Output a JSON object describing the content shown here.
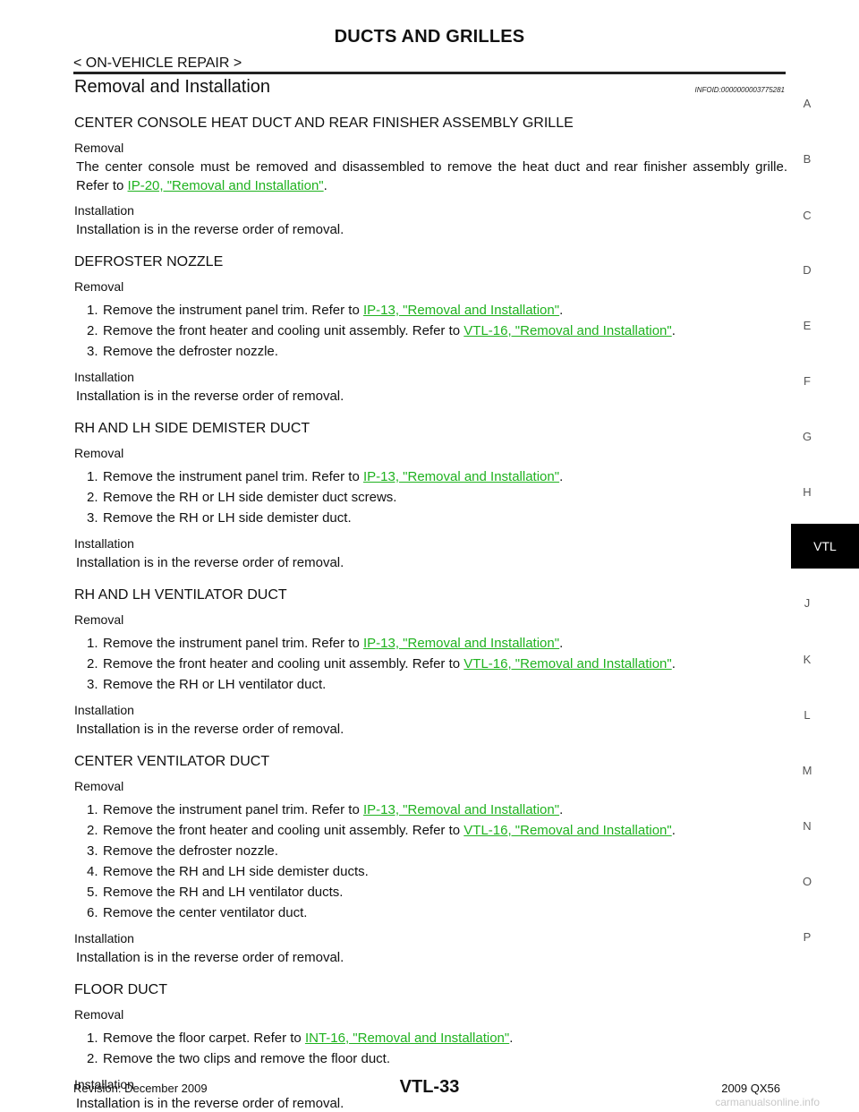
{
  "header": {
    "title": "DUCTS AND GRILLES",
    "breadcrumb": "< ON-VEHICLE REPAIR >"
  },
  "section": {
    "title": "Removal and Installation",
    "info_id": "INFOID:0000000003775281"
  },
  "blocks": [
    {
      "heading": "CENTER CONSOLE HEAT DUCT AND REAR FINISHER ASSEMBLY GRILLE",
      "removal_label": "Removal",
      "removal_text_before": "The center console must be removed and disassembled to remove the heat duct and rear finisher assembly grille. Refer to ",
      "removal_link": "IP-20, \"Removal and Installation\"",
      "removal_text_after": ".",
      "installation_label": "Installation",
      "installation_text": "Installation is in the reverse order of removal."
    },
    {
      "heading": "DEFROSTER NOZZLE",
      "removal_label": "Removal",
      "steps": [
        {
          "num": "1.",
          "text": "Remove the instrument panel trim. Refer to ",
          "link": "IP-13, \"Removal and Installation\"",
          "after": "."
        },
        {
          "num": "2.",
          "text": "Remove the front heater and cooling unit assembly. Refer to ",
          "link": "VTL-16, \"Removal and Installation\"",
          "after": "."
        },
        {
          "num": "3.",
          "text": "Remove the defroster nozzle."
        }
      ],
      "installation_label": "Installation",
      "installation_text": "Installation is in the reverse order of removal."
    },
    {
      "heading": "RH AND LH SIDE DEMISTER DUCT",
      "removal_label": "Removal",
      "steps": [
        {
          "num": "1.",
          "text": "Remove the instrument panel trim. Refer to ",
          "link": "IP-13, \"Removal and Installation\"",
          "after": "."
        },
        {
          "num": "2.",
          "text": "Remove the RH or LH side demister duct screws."
        },
        {
          "num": "3.",
          "text": "Remove the RH or LH side demister duct."
        }
      ],
      "installation_label": "Installation",
      "installation_text": "Installation is in the reverse order of removal."
    },
    {
      "heading": "RH AND LH VENTILATOR DUCT",
      "removal_label": "Removal",
      "steps": [
        {
          "num": "1.",
          "text": "Remove the instrument panel trim. Refer to ",
          "link": "IP-13, \"Removal and Installation\"",
          "after": "."
        },
        {
          "num": "2.",
          "text": "Remove the front heater and cooling unit assembly. Refer to ",
          "link": "VTL-16, \"Removal and Installation\"",
          "after": "."
        },
        {
          "num": "3.",
          "text": "Remove the RH or LH ventilator duct."
        }
      ],
      "installation_label": "Installation",
      "installation_text": "Installation is in the reverse order of removal."
    },
    {
      "heading": "CENTER VENTILATOR DUCT",
      "removal_label": "Removal",
      "steps": [
        {
          "num": "1.",
          "text": "Remove the instrument panel trim. Refer to ",
          "link": "IP-13, \"Removal and Installation\"",
          "after": "."
        },
        {
          "num": "2.",
          "text": "Remove the front heater and cooling unit assembly. Refer to ",
          "link": "VTL-16, \"Removal and Installation\"",
          "after": "."
        },
        {
          "num": "3.",
          "text": "Remove the defroster nozzle."
        },
        {
          "num": "4.",
          "text": "Remove the RH and LH side demister ducts."
        },
        {
          "num": "5.",
          "text": "Remove the RH and LH ventilator ducts."
        },
        {
          "num": "6.",
          "text": "Remove the center ventilator duct."
        }
      ],
      "installation_label": "Installation",
      "installation_text": "Installation is in the reverse order of removal."
    },
    {
      "heading": "FLOOR DUCT",
      "removal_label": "Removal",
      "steps": [
        {
          "num": "1.",
          "text": "Remove the floor carpet. Refer to ",
          "link": "INT-16, \"Removal and Installation\"",
          "after": "."
        },
        {
          "num": "2.",
          "text": "Remove the two clips and remove the floor duct."
        }
      ],
      "installation_label": "Installation",
      "installation_text": "Installation is in the reverse order of removal."
    }
  ],
  "side_index": {
    "letters": [
      "A",
      "B",
      "C",
      "D",
      "E",
      "F",
      "G",
      "H",
      "J",
      "K",
      "L",
      "M",
      "N",
      "O",
      "P"
    ],
    "active": "VTL"
  },
  "footer": {
    "revision": "Revision: December 2009",
    "page": "VTL-33",
    "model": "2009 QX56",
    "watermark": "carmanualsonline.info"
  },
  "colors": {
    "link": "#1fb21f",
    "active_tab_bg": "#000000"
  }
}
